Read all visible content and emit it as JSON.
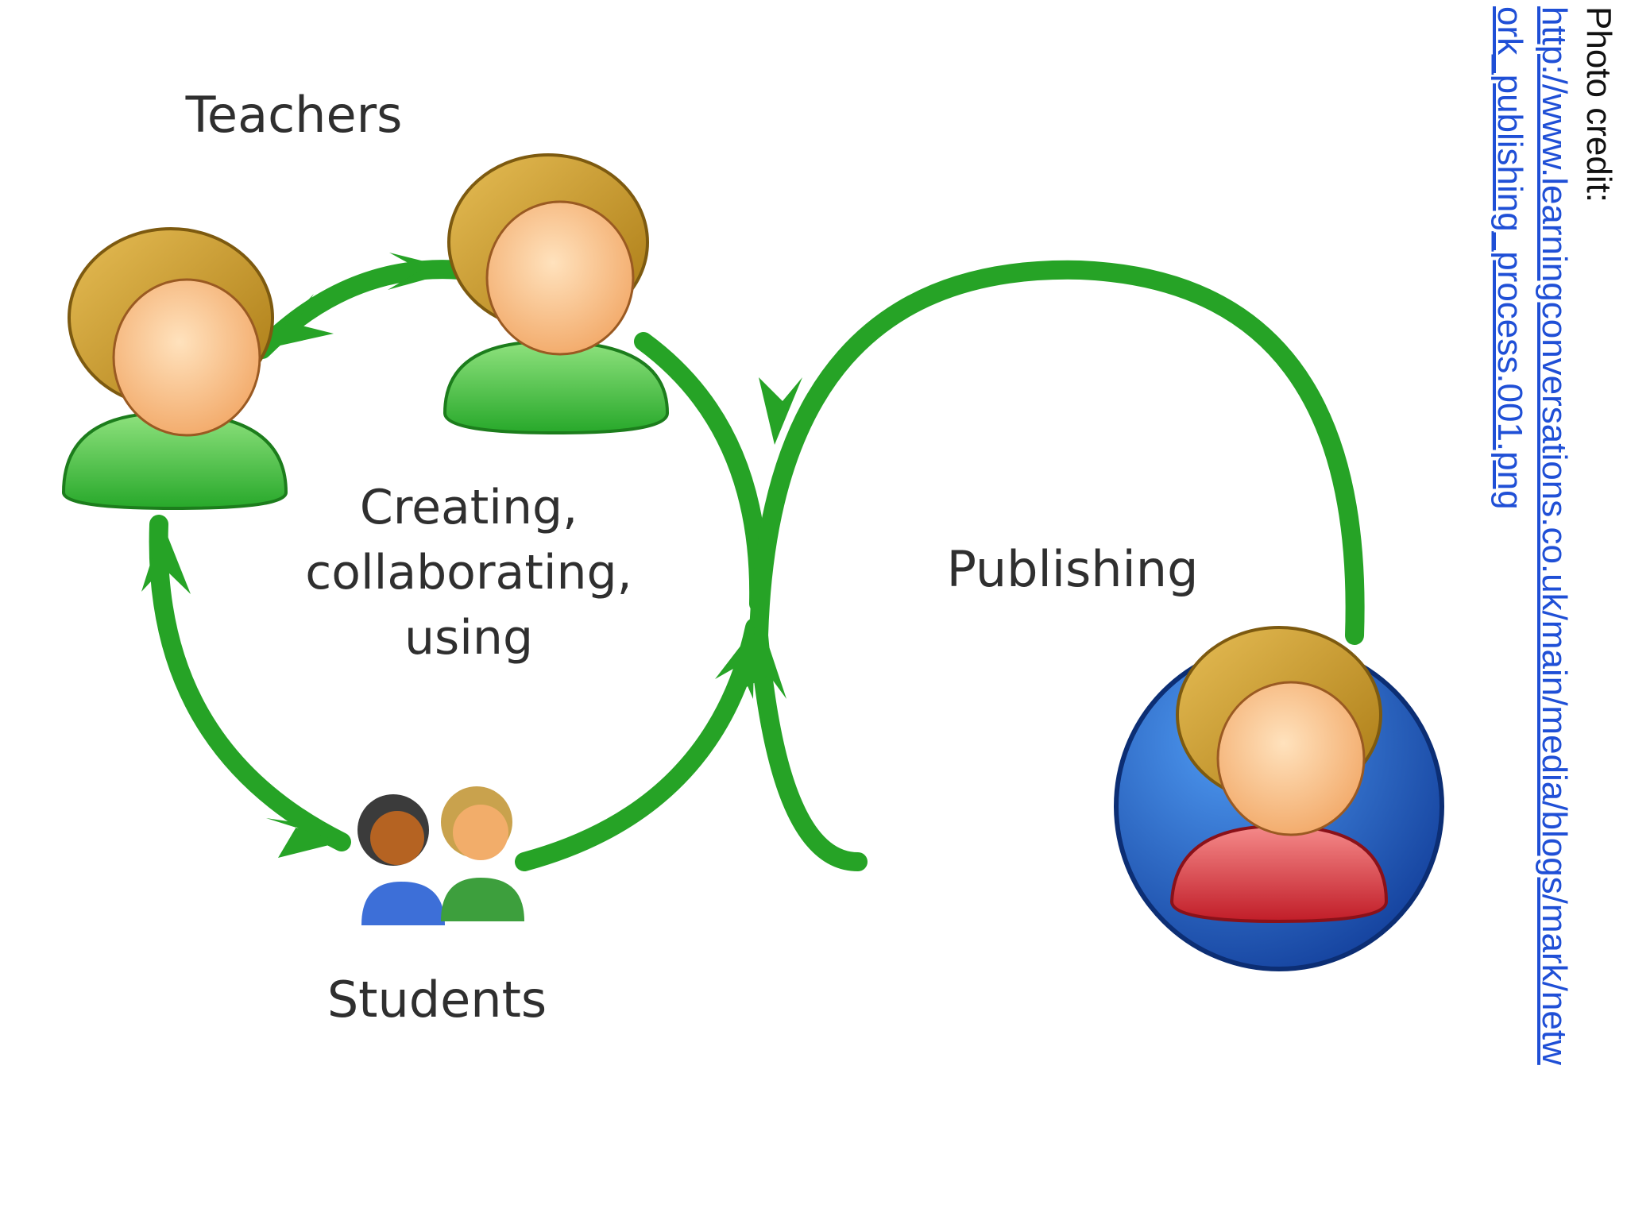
{
  "labels": {
    "teachers": "Teachers",
    "center": [
      "Creating,",
      "collaborating,",
      "using"
    ],
    "publishing": "Publishing",
    "students": "Students"
  },
  "credit": {
    "label": "Photo credit:",
    "url_line1": "http://www.learningconversations.co.uk/main/media/blogs/mark/netw",
    "url_line2": "ork_publishing_process.001.png"
  },
  "colors": {
    "loop_green": "#26a326",
    "teacher_body": "#4ec34a",
    "hair": "#c99a2e",
    "face": "#fbc48f",
    "publisher_globe": "#1e5fc8",
    "publisher_body": "#d9363e"
  }
}
